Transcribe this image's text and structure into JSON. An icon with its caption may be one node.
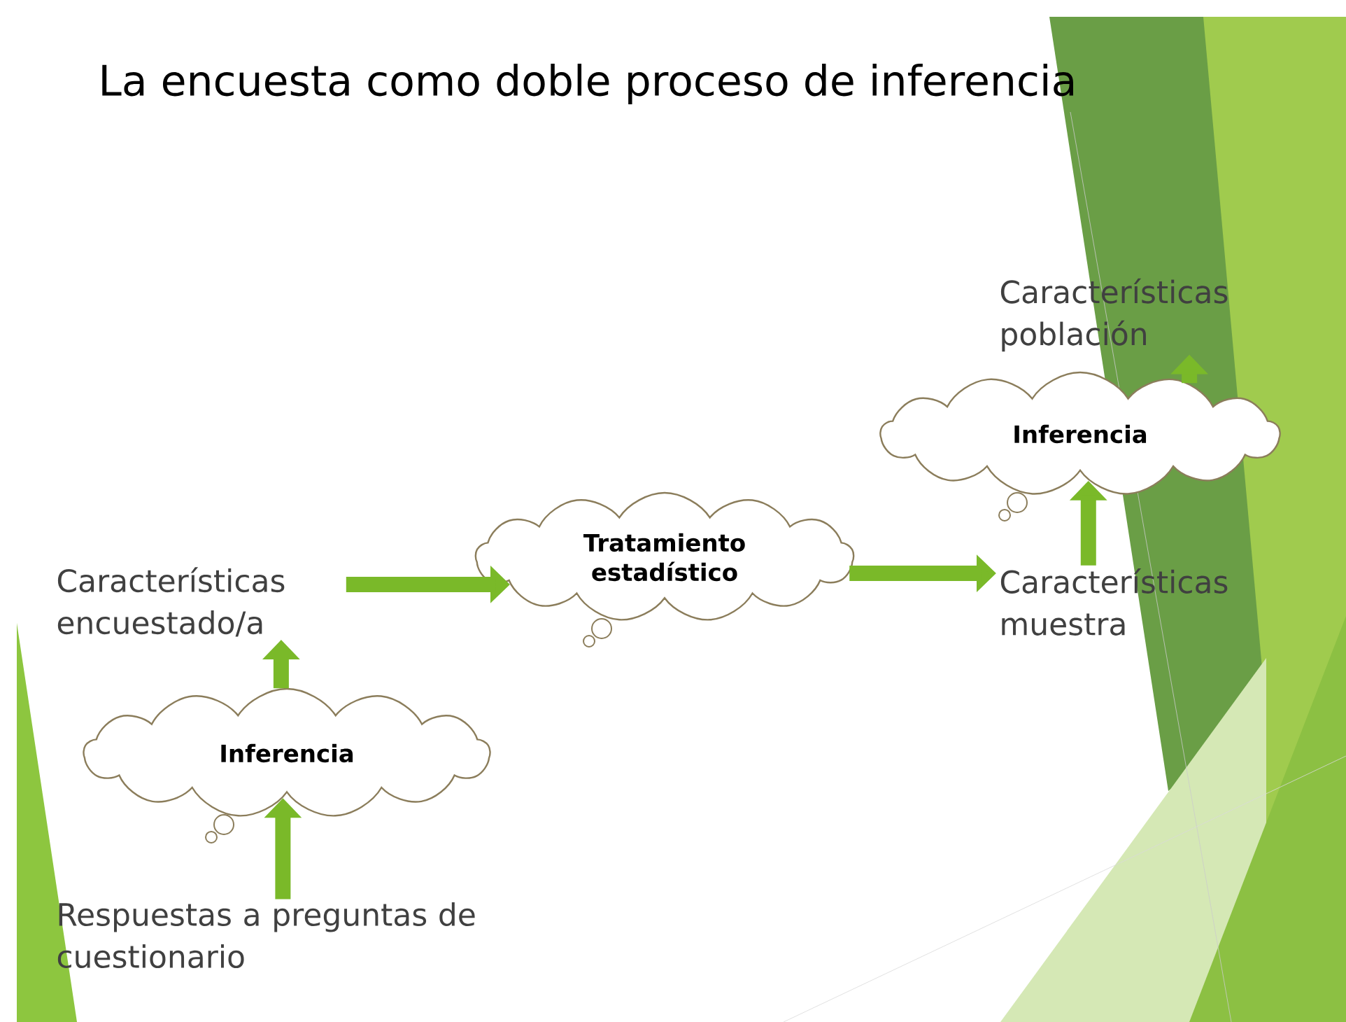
{
  "diagram": {
    "title": "La encuesta como doble proceso de inferencia",
    "nodes": [
      {
        "text": [
          "Características población"
        ]
      },
      {
        "text": [
          "Inferencia"
        ]
      },
      {
        "text": [
          "Tratamiento estadístico"
        ]
      },
      {
        "text": [
          "Características encuestado/a"
        ]
      },
      {
        "text": [
          "Características muestra"
        ]
      },
      {
        "text": [
          "Inferencia"
        ]
      },
      {
        "text": [
          "Respuestas a preguntas de cuestionario"
        ]
      }
    ],
    "edges": [
      {
        "from": 6,
        "to": 5,
        "arrow": "to"
      },
      {
        "from": 5,
        "to": 3,
        "arrow": "to"
      },
      {
        "from": 3,
        "to": 2,
        "arrow": "to"
      },
      {
        "from": 2,
        "to": 4,
        "arrow": "to"
      },
      {
        "from": 4,
        "to": 1,
        "arrow": "to"
      },
      {
        "from": 1,
        "to": 0,
        "arrow": "to"
      }
    ]
  }
}
